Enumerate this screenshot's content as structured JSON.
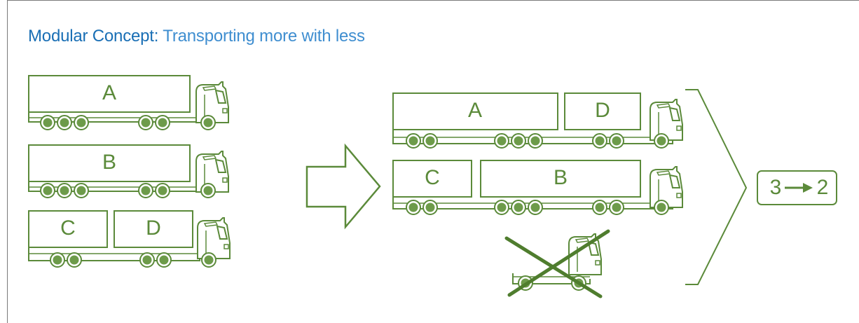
{
  "title": {
    "bold": "Modular Concept:",
    "light": " Transporting more with less"
  },
  "colors": {
    "title_bold": "#1a6fb5",
    "title_light": "#3f8ed0",
    "diagram_green": "#5b8a3a",
    "wheel_fill": "#6d9b4a",
    "cross_green": "#4f7d2e",
    "frame_gray": "#7a7a7a"
  },
  "before": {
    "truck1": {
      "trailer": "A"
    },
    "truck2": {
      "trailer": "B"
    },
    "truck3": {
      "box1": "C",
      "box2": "D"
    }
  },
  "after": {
    "combo1": {
      "trailer": "A",
      "box": "D"
    },
    "combo2": {
      "box": "C",
      "trailer": "B"
    },
    "removed_icon": "crossed-out-truck-icon"
  },
  "arrow_icon": "right-arrow-icon",
  "result": {
    "label": "3➞2",
    "from": "3",
    "to": "2"
  }
}
